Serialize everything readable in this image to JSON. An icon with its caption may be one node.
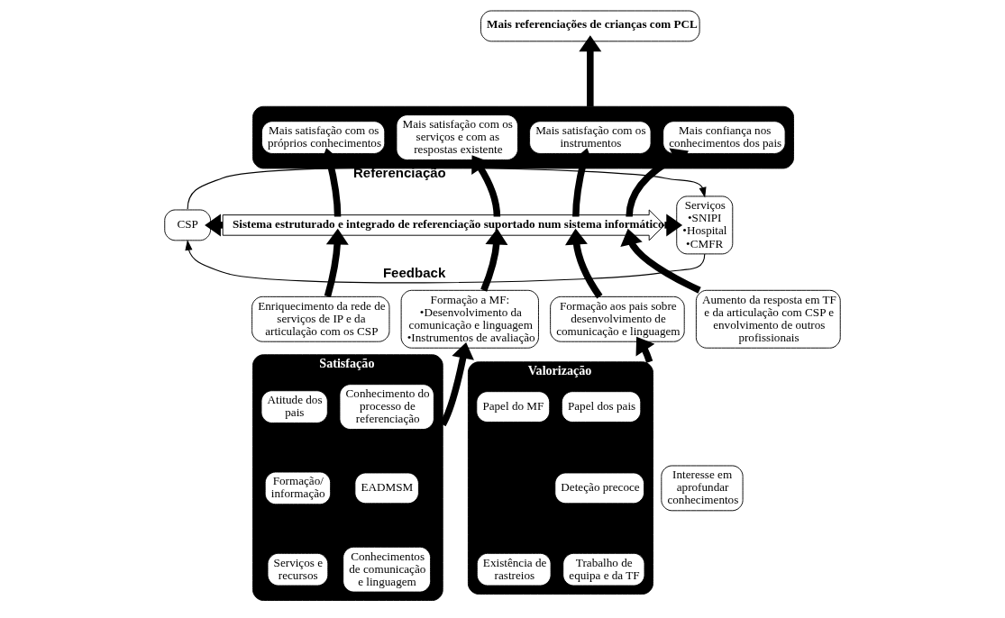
{
  "diagram": {
    "nodes": [
      {
        "text": [
          "Mais referenciações de crianças com PCL"
        ]
      },
      {
        "text": [],
        "shape": "box"
      },
      {
        "text": [
          "Mais satisfação com os próprios conhecimentos"
        ],
        "in": 1
      },
      {
        "text": [
          "Mais satisfação com os serviços e com as respostas existente"
        ],
        "in": 1
      },
      {
        "text": [
          "Mais satisfação com os instrumentos"
        ],
        "in": 1
      },
      {
        "text": [
          "Mais confiança nos conhecimentos dos pais"
        ],
        "in": 1
      },
      {
        "text": [
          "CSP"
        ]
      },
      {
        "text": [
          "Sistema estruturado e integrado de referenciação suportado num sistema informático"
        ]
      },
      {
        "text": [
          "Serviços",
          "•SNIPI",
          "•Hospital",
          "•CMFR"
        ]
      },
      {
        "text": [
          "Enriquecimento da rede de serviços de IP e da articulação com os CSP"
        ]
      },
      {
        "text": [
          "Formação a MF:",
          "•Desenvolvimento da comunicação e linguagem",
          "•Instrumentos de avaliação"
        ]
      },
      {
        "text": [
          "Formação aos pais sobre desenvolvimento de comunicação e linguagem"
        ]
      },
      {
        "text": [
          "Aumento da resposta em TF e da articulação com CSP e envolvimento de outros profissionais"
        ]
      },
      {
        "text": [
          "Satisfação"
        ]
      },
      {
        "text": [
          "Conhecimento do processo de referenciação"
        ],
        "in": 13
      },
      {
        "text": [
          "Atitude dos pais"
        ],
        "in": 13
      },
      {
        "text": [
          "EADMSM"
        ],
        "in": 13
      },
      {
        "text": [
          "Formação/ informação"
        ],
        "in": 13
      },
      {
        "text": [
          "Conhecimentos de comunicação e linguagem"
        ],
        "in": 13
      },
      {
        "text": [
          "Serviços e recursos"
        ],
        "in": 13
      },
      {
        "text": [
          "Interesse em aprofundar conhecimentos"
        ]
      },
      {
        "text": [
          "Valorização"
        ]
      },
      {
        "text": [
          "Papel do MF"
        ],
        "in": 21
      },
      {
        "text": [
          "Papel dos pais"
        ],
        "in": 21
      },
      {
        "text": [
          "Deteção precoce"
        ],
        "in": 21
      },
      {
        "text": [
          "Trabalho de equipa e da TF"
        ],
        "in": 21
      },
      {
        "text": [
          "Existência de rastreios"
        ],
        "in": 21
      }
    ],
    "edges": [
      {
        "from": 1,
        "to": 0,
        "arrow": "to"
      },
      {
        "from": 7,
        "to": 2,
        "arrow": "to"
      },
      {
        "from": 7,
        "to": 3,
        "arrow": "to"
      },
      {
        "from": 7,
        "to": 4,
        "arrow": "to"
      },
      {
        "from": 7,
        "to": 5,
        "arrow": "to"
      },
      {
        "from": 7,
        "to": 6,
        "arrow": "to"
      },
      {
        "from": 7,
        "to": 8,
        "arrow": "to"
      },
      {
        "from": 6,
        "to": 8,
        "arrow": "to",
        "label": "Referenciação"
      },
      {
        "from": 8,
        "to": 6,
        "arrow": "to",
        "label": "Feedback"
      },
      {
        "from": 9,
        "to": 7,
        "arrow": "to"
      },
      {
        "from": 10,
        "to": 7,
        "arrow": "to"
      },
      {
        "from": 11,
        "to": 7,
        "arrow": "to"
      },
      {
        "from": 12,
        "to": 7,
        "arrow": "to"
      },
      {
        "from": 13,
        "to": 10,
        "arrow": "to"
      },
      {
        "from": 21,
        "to": 11,
        "arrow": "to"
      }
    ]
  }
}
